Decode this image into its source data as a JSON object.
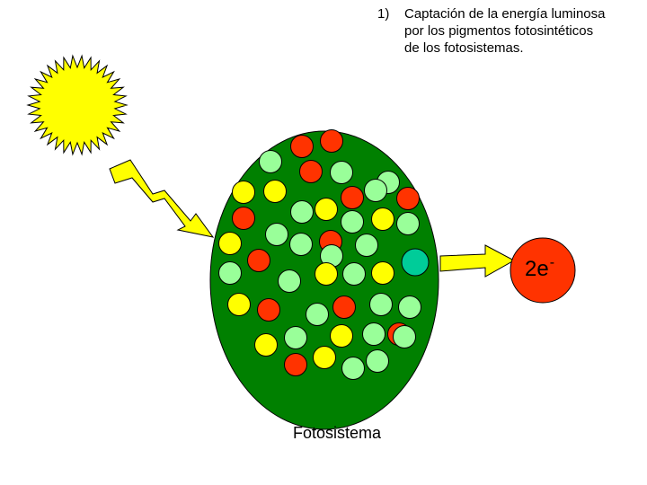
{
  "caption": {
    "number": "1)",
    "lines": [
      "Captación de la energía luminosa",
      "por los pigmentos fotosintéticos",
      "de los fotosistemas."
    ]
  },
  "labels": {
    "photosystem": "Fotosistema",
    "electrons_base": "2e",
    "electrons_sup": "-"
  },
  "colors": {
    "sun_fill": "#ffff00",
    "sun_stroke": "#000000",
    "photosystem_fill": "#008000",
    "pigment_red": "#ff3300",
    "pigment_yellow": "#ffff00",
    "pigment_lightgreen": "#99ff99",
    "pigment_center": "#00cc99",
    "electron_circle": "#ff3300",
    "arrow_fill": "#ffff00"
  },
  "icons": [
    "sun-icon",
    "lightning-arrow-icon",
    "output-arrow-icon"
  ]
}
